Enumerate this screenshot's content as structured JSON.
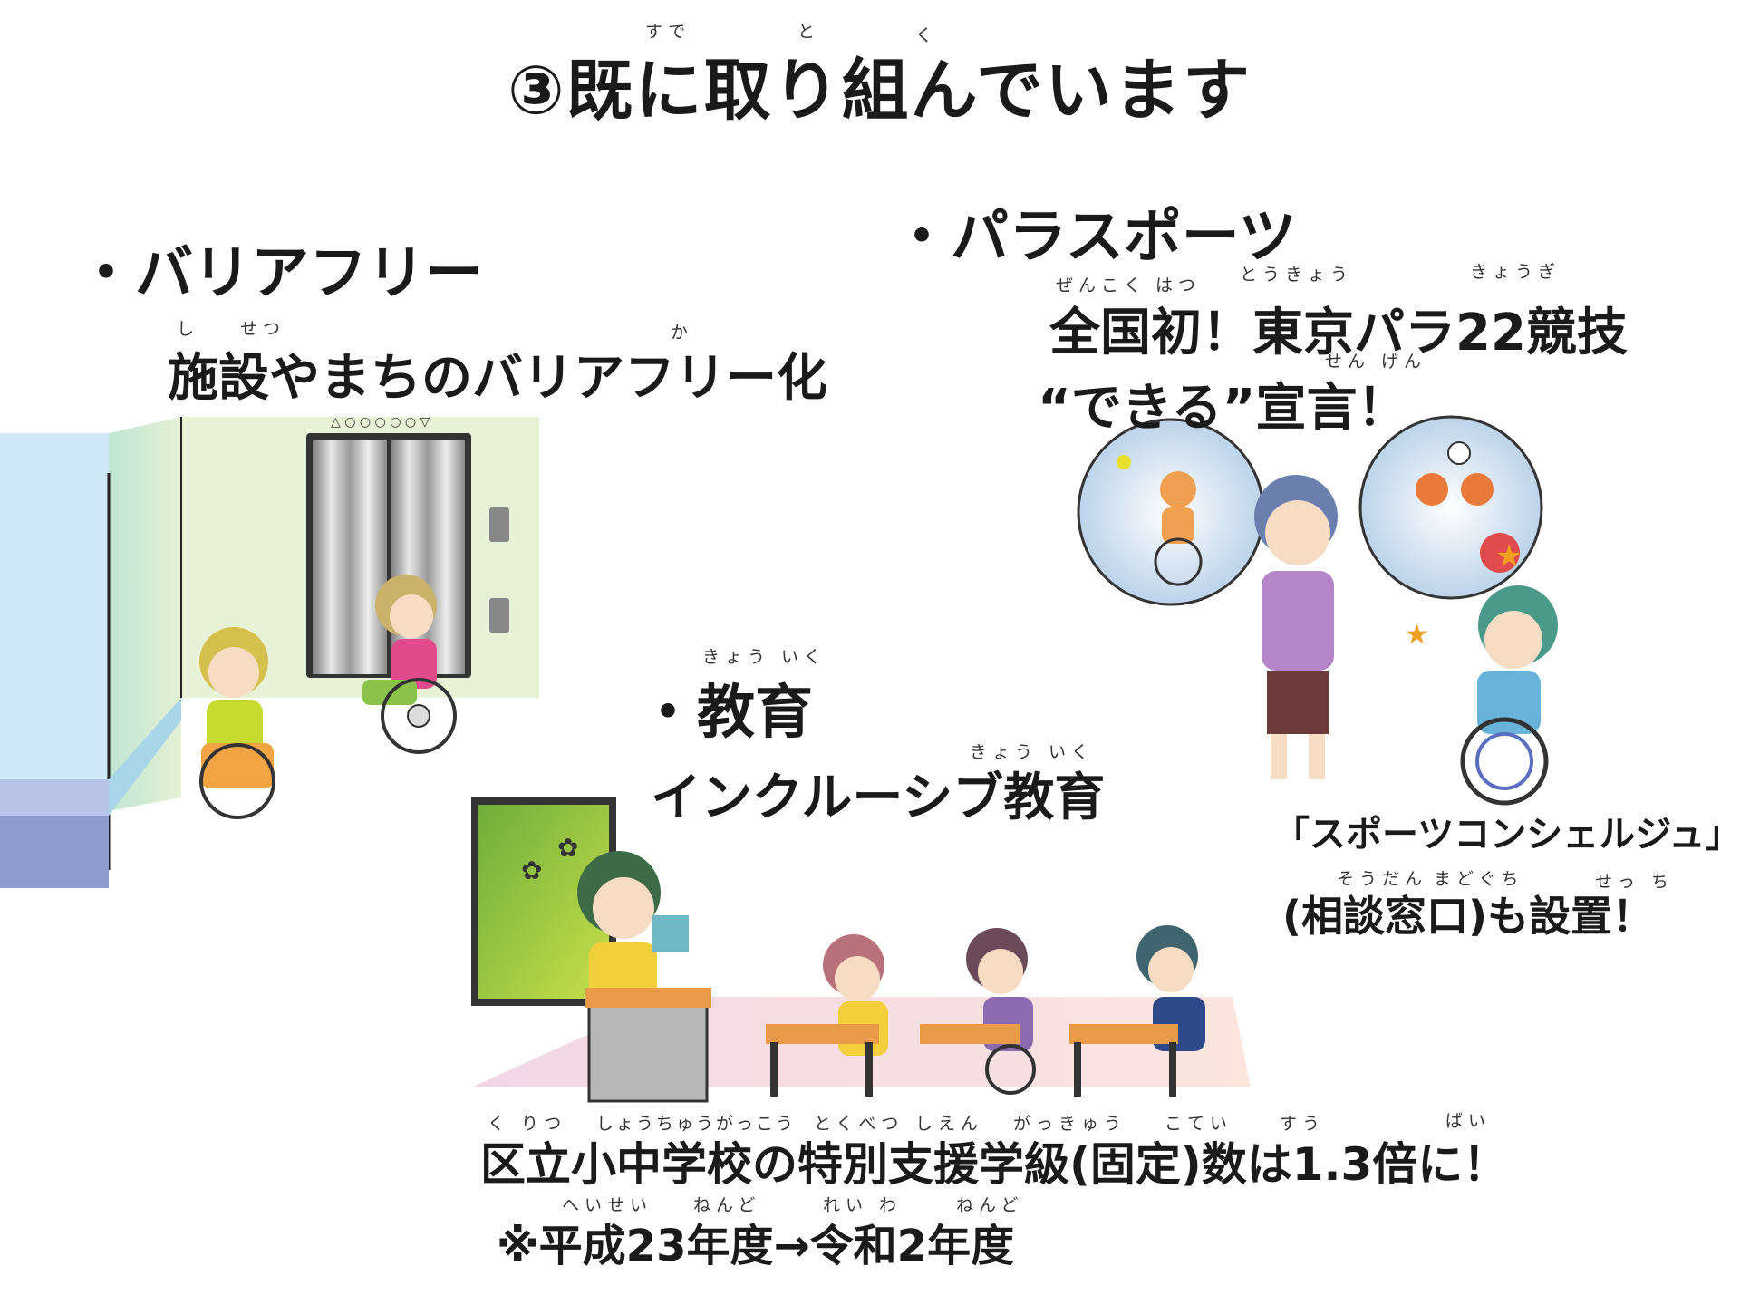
{
  "title": {
    "number": "③",
    "text": "既に取り組んでいます",
    "ruby_sude": "すで",
    "ruby_to": "と",
    "ruby_ku": "く"
  },
  "barrier_free": {
    "heading": "・バリアフリー",
    "subheading": "施設やまちのバリアフリー化",
    "ruby_shi": "し",
    "ruby_setsu": "せつ",
    "ruby_ka": "か"
  },
  "para_sports": {
    "heading": "・パラスポーツ",
    "line1": "全国初！東京パラ22競技",
    "line2": "“できる”宣言！",
    "ruby_zenkoku": "ぜんこく",
    "ruby_hatsu": "はつ",
    "ruby_toukyou": "とうきょう",
    "ruby_kyougi": "きょうぎ",
    "ruby_sengen": "せん げん",
    "concierge_line1": "「スポーツコンシェルジュ」",
    "concierge_line2": "(相談窓口)も設置！",
    "ruby_soudan": "そうだん",
    "ruby_madoguchi": "まどぐち",
    "ruby_secchi": "せっ ち"
  },
  "education": {
    "heading": "・教育",
    "ruby_kyouiku": "きょう いく",
    "subheading": "インクルーシブ教育",
    "ruby_kyouiku2": "きょう いく",
    "result": "区立小中学校の特別支援学級(固定)数は1.3倍に！",
    "ruby_kuritsu": "く りつ",
    "ruby_shouchuu": "しょうちゅうがっこう",
    "ruby_tokubetsu": "とくべつ",
    "ruby_shien": "しえん",
    "ruby_gakkyuu": "がっきゅう",
    "ruby_kotei": "こてい",
    "ruby_suu": "すう",
    "ruby_bai": "ばい",
    "note": "※平成23年度→令和2年度",
    "ruby_heisei": "へいせい",
    "ruby_nendo": "ねんど",
    "ruby_reiwa": "れい わ",
    "ruby_nendo2": "ねんど"
  }
}
